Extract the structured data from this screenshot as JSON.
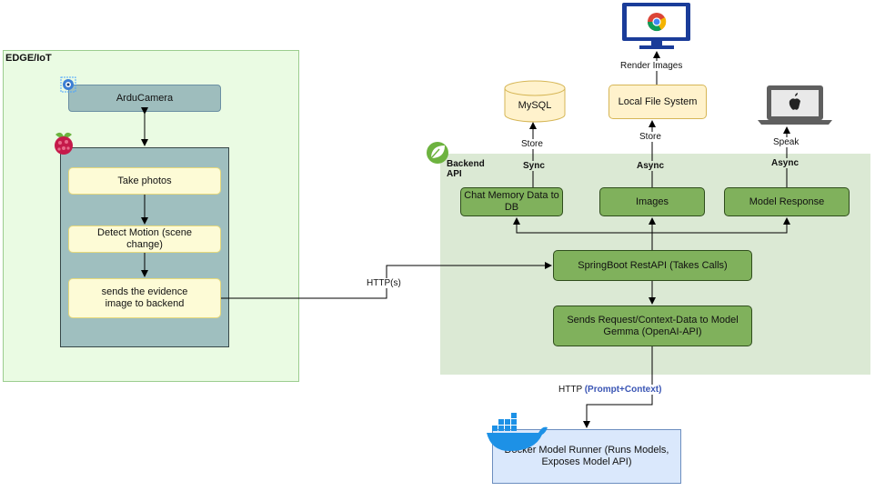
{
  "edge": {
    "title": "EDGE/IoT",
    "arducam": "ArduCamera",
    "steps": [
      "Take photos",
      "Detect Motion (scene change)",
      "sends the evidence image to backend"
    ]
  },
  "backend": {
    "title": "Backend API",
    "outputs": [
      "Chat Memory Data to DB",
      "Images",
      "Model Response"
    ],
    "restapi": "SpringBoot RestAPI (Takes Calls)",
    "model_request": "Sends Request/Context-Data to Model Gemma (OpenAI-API)"
  },
  "targets": {
    "mysql": "MySQL",
    "filesystem": "Local File System"
  },
  "runner": "Docker Model Runner (Runs Models, Exposes Model API)",
  "edge_labels": {
    "http_s": "HTTP(s)",
    "sync": "Sync",
    "async_images": "Async",
    "async_response": "Async",
    "store_db": "Store",
    "store_fs": "Store",
    "render": "Render Images",
    "speak": "Speak",
    "http": "HTTP",
    "prompt_context": "(Prompt+Context)"
  },
  "colors": {
    "edge_region": "#eafbe3",
    "backend_region": "#dbe9d4",
    "green_box": "#80b15c",
    "yellow_box": "#fdfbd6",
    "store_box": "#fff2cc",
    "runner_box": "#dae8fc",
    "prompt_text": "#3a55b4"
  },
  "icons": [
    "camera-icon",
    "raspberry-pi-icon",
    "spring-leaf-icon",
    "monitor-chrome-icon",
    "laptop-apple-icon",
    "docker-whale-icon",
    "database-cylinder-icon"
  ]
}
